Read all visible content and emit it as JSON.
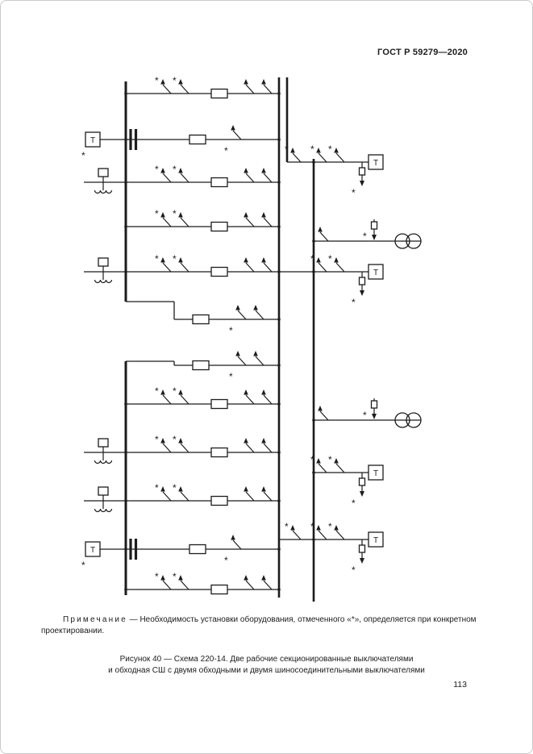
{
  "header": {
    "doc_number": "ГОСТ Р 59279—2020"
  },
  "note": {
    "label": "Примечание",
    "text": "— Необходимость установки оборудования, отмеченного «*», определяется при конкретном проектировании."
  },
  "figure": {
    "caption_line1": "Рисунок 40 — Схема 220-14. Две рабочие секционированные выключателями",
    "caption_line2": "и обходная СШ с двумя обходными и двумя шиносоединительными выключателями"
  },
  "page": {
    "number": "113"
  },
  "diagram": {
    "asterisk": "*",
    "t_label": "Т",
    "colors": {
      "line": "#1c1c1c"
    }
  }
}
